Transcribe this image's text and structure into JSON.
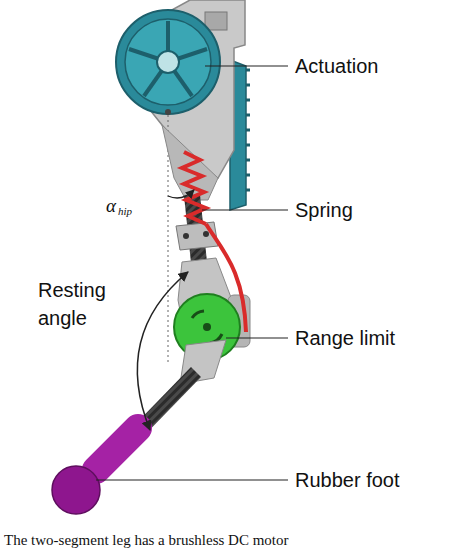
{
  "diagram": {
    "caption": "The two-segment leg has a brushless DC motor",
    "labels": [
      "Actuation",
      "α",
      "hip",
      "Spring",
      "Resting angle",
      "Range limit",
      "Rubber foot"
    ]
  }
}
